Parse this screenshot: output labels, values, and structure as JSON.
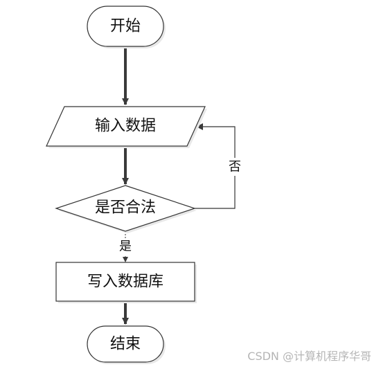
{
  "flowchart": {
    "nodes": {
      "start": {
        "label": "开始",
        "shape": "terminator"
      },
      "input": {
        "label": "输入数据",
        "shape": "parallelogram"
      },
      "decision": {
        "label": "是否合法",
        "shape": "diamond"
      },
      "write": {
        "label": "写入数据库",
        "shape": "process"
      },
      "end": {
        "label": "结束",
        "shape": "terminator"
      }
    },
    "edges": {
      "start_to_input": {
        "from": "start",
        "to": "input",
        "label": ""
      },
      "input_to_decision": {
        "from": "input",
        "to": "decision",
        "label": ""
      },
      "decision_yes": {
        "from": "decision",
        "to": "write",
        "label": "是"
      },
      "decision_no": {
        "from": "decision",
        "to": "input",
        "label": "否"
      },
      "write_to_end": {
        "from": "write",
        "to": "end",
        "label": ""
      }
    }
  },
  "colors": {
    "stroke": "#333333",
    "arrow": "#3a3a3a",
    "shadow": "#e8e8e8",
    "fill": "#ffffff",
    "text": "#111111",
    "watermark": "#b5b5b5"
  },
  "watermark": "CSDN @计算机程序华哥"
}
